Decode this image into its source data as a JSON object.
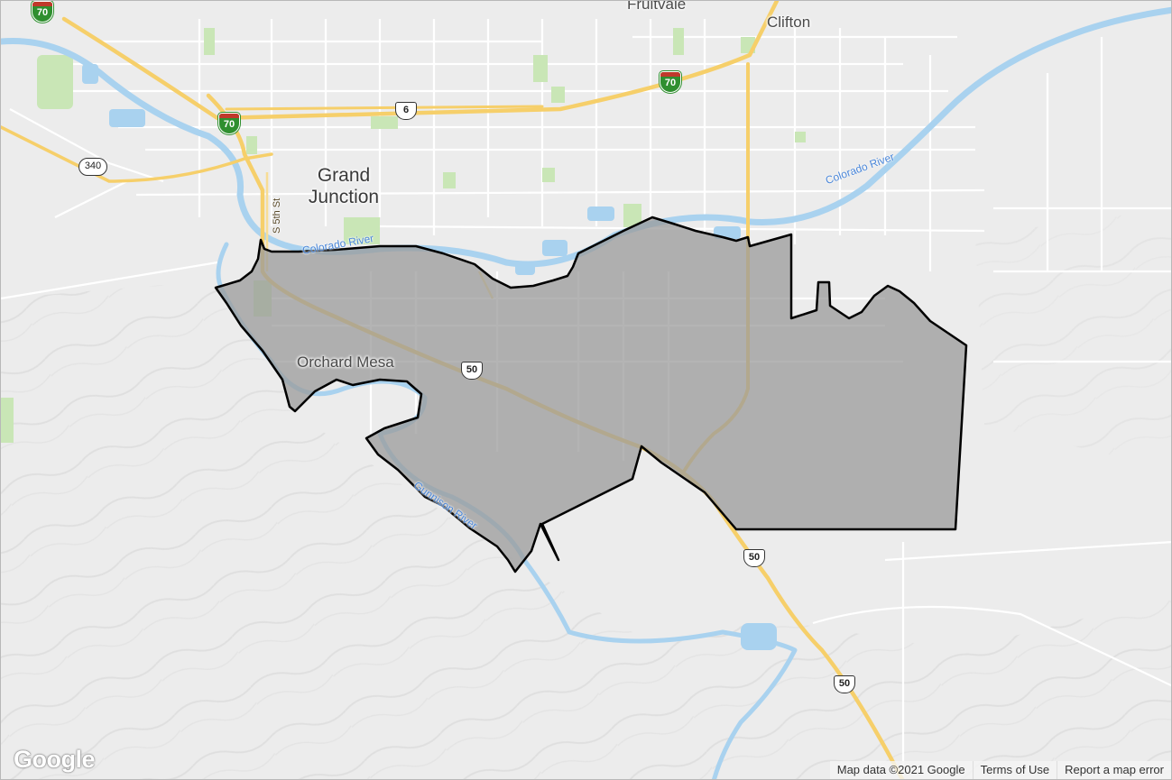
{
  "map": {
    "places": {
      "fruitvale": "Fruitvale",
      "clifton": "Clifton",
      "grand_junction": "Grand\nJunction",
      "orchard_mesa": "Orchard Mesa"
    },
    "rivers": {
      "colorado_east": "Colorado River",
      "colorado_west": "Colorado River",
      "gunnison": "Gunnison River"
    },
    "streets": {
      "s_5th_st": "S 5th St"
    },
    "shields": {
      "i70_a": "70",
      "i70_b": "70",
      "i70_c": "70",
      "us6": "6",
      "co340": "340",
      "us50_a": "50",
      "us50_b": "50",
      "us50_c": "50"
    },
    "colors": {
      "land": "#ececec",
      "water": "#a9d2ef",
      "highway": "#f6cf6a",
      "road": "#ffffff",
      "park": "#c9e6b6",
      "overlay_fill": "#9b9b9b",
      "overlay_stroke": "#000000"
    }
  },
  "branding": {
    "logo": "Google"
  },
  "footer": {
    "map_data": "Map data ©2021 Google",
    "terms": "Terms of Use",
    "report": "Report a map error"
  }
}
